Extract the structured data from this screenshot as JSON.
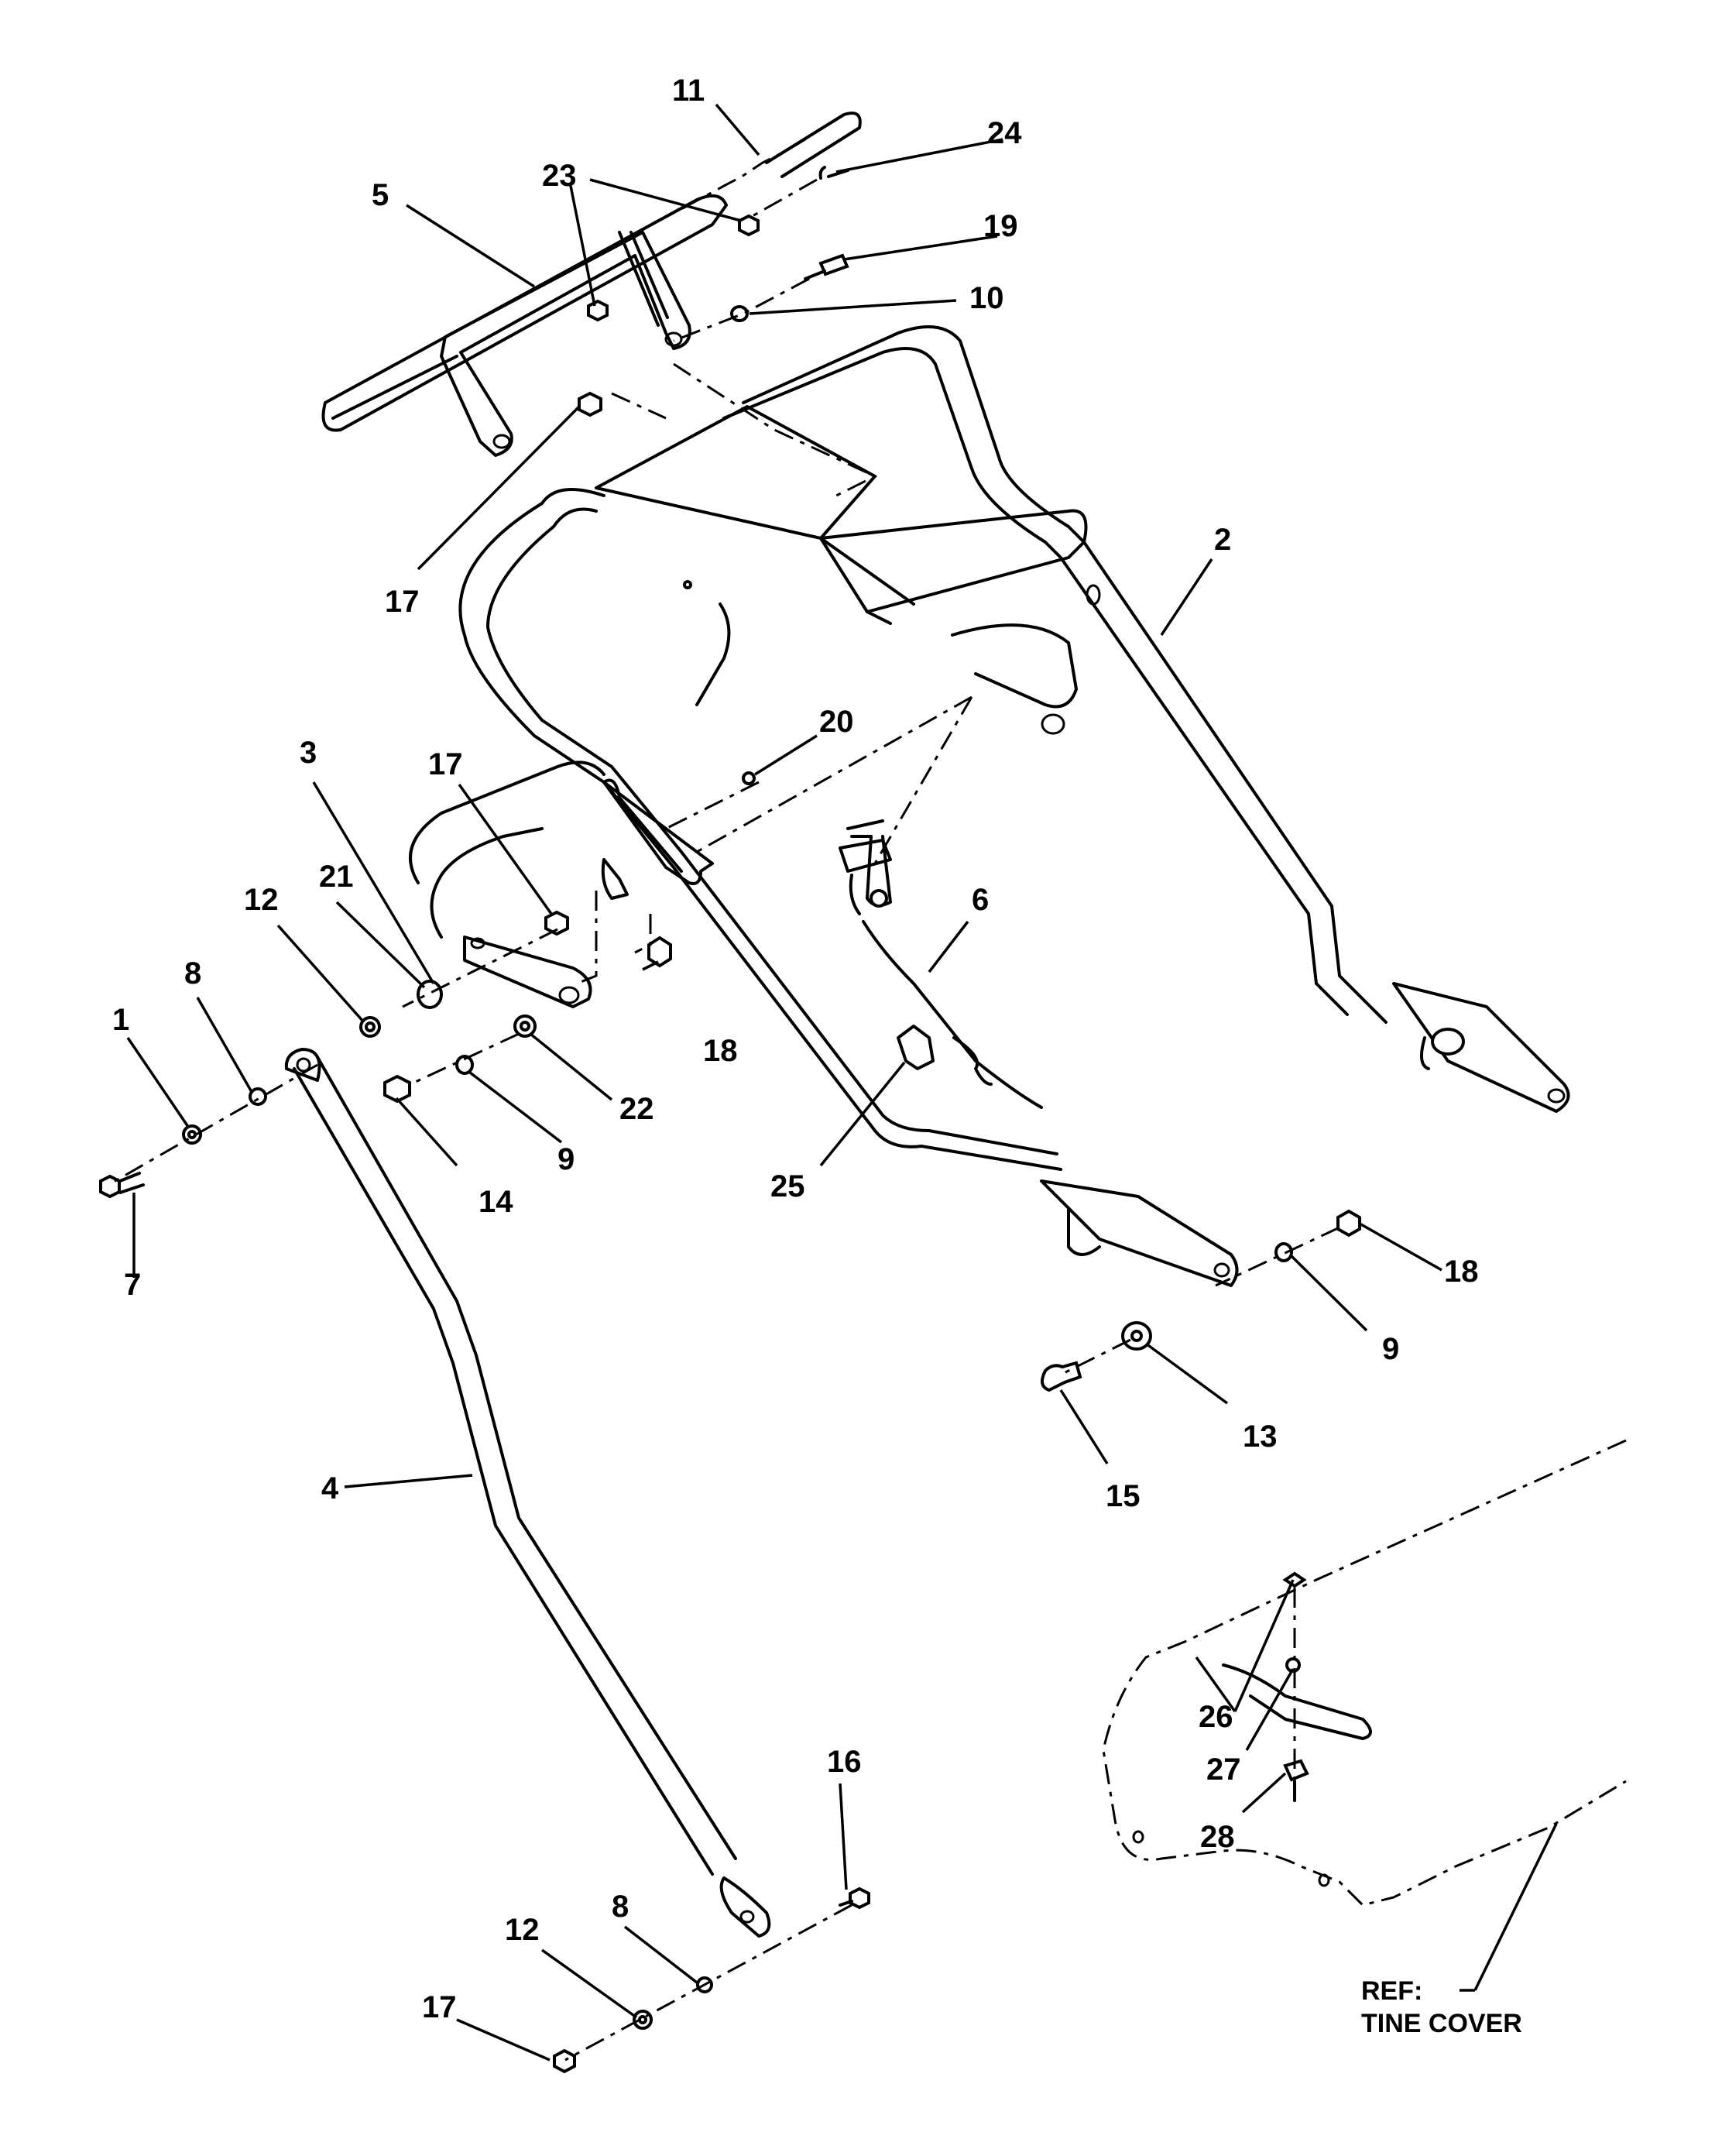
{
  "callouts": {
    "c1": "1",
    "c2": "2",
    "c3": "3",
    "c4": "4",
    "c5": "5",
    "c6": "6",
    "c7": "7",
    "c8a": "8",
    "c8b": "8",
    "c9a": "9",
    "c9b": "9",
    "c10": "10",
    "c11": "11",
    "c12a": "12",
    "c12b": "12",
    "c13": "13",
    "c14": "14",
    "c15": "15",
    "c16": "16",
    "c17a": "17",
    "c17b": "17",
    "c17c": "17",
    "c18a": "18",
    "c18b": "18",
    "c19": "19",
    "c20": "20",
    "c21": "21",
    "c22": "22",
    "c23": "23",
    "c24": "24",
    "c25": "25",
    "c26": "26",
    "c27": "27",
    "c28": "28"
  },
  "reference": {
    "line1": "REF:",
    "line2": "TINE COVER"
  }
}
